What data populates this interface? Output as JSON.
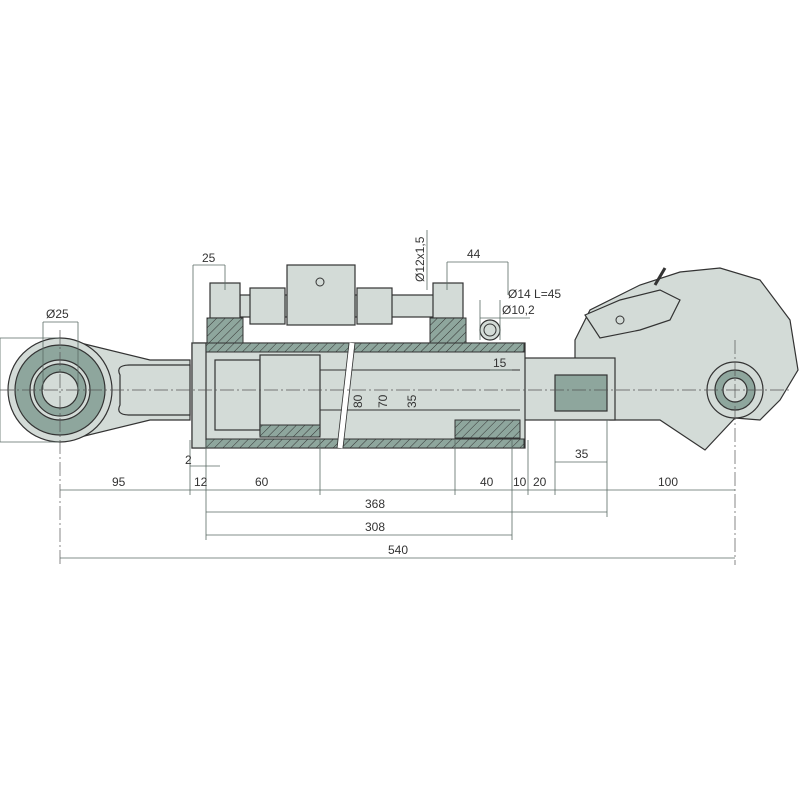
{
  "drawing": {
    "title": "Hydraulic top link technical drawing",
    "labels": {
      "eye_diameter": "Ø25",
      "fitting_offset": "25",
      "thread": "Ø12x1,5",
      "port_spacing": "44",
      "pin": "Ø14 L=45",
      "pin_hole": "Ø10,2",
      "stroke_gap": "15",
      "bore_outer": "80",
      "bore_inner": "70",
      "rod": "35",
      "gap_small": "2",
      "d95": "95",
      "d12": "12",
      "d60": "60",
      "d40": "40",
      "d10": "10",
      "d20": "20",
      "d35": "35",
      "d100": "100",
      "d368": "368",
      "d308": "308",
      "d540": "540"
    }
  }
}
